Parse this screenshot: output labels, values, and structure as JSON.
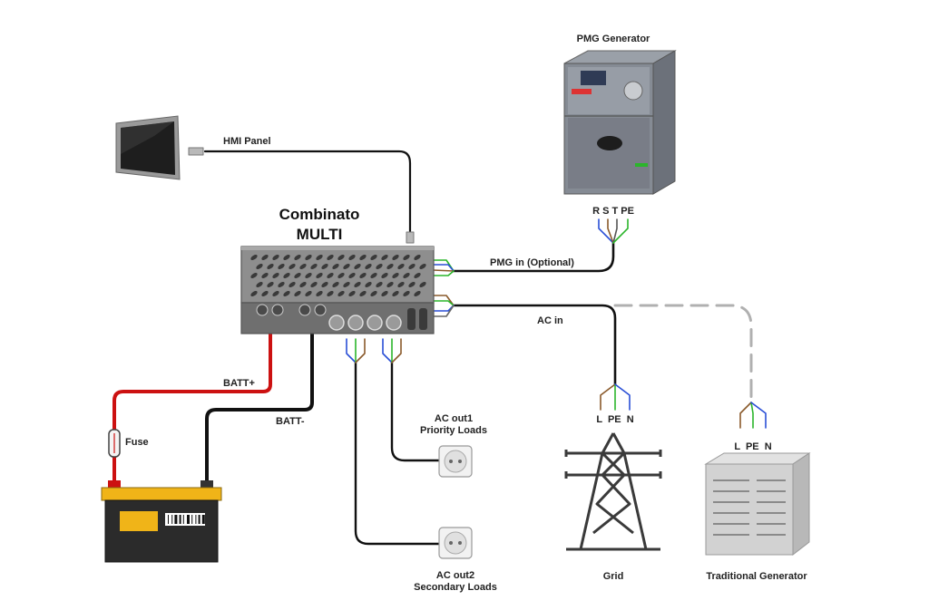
{
  "main_unit": {
    "line1": "Combinato",
    "line2": "MULTI"
  },
  "labels": {
    "hmi_panel": "HMI Panel",
    "pmg_generator": "PMG Generator",
    "pmg_in": "PMG in (Optional)",
    "ac_in": "AC in",
    "batt_plus": "BATT+",
    "batt_minus": "BATT-",
    "fuse": "Fuse",
    "ac_out1_line1": "AC out1",
    "ac_out1_line2": "Priority Loads",
    "ac_out2_line1": "AC out2",
    "ac_out2_line2": "Secondary Loads",
    "grid": "Grid",
    "traditional_generator": "Traditional Generator"
  },
  "terminals": {
    "pmg": "R S T PE",
    "grid": "L  PE  N",
    "generator": "L  PE  N"
  },
  "colors": {
    "battery_positive": "#cc1111",
    "battery_negative": "#111111",
    "cable": "#111111",
    "optional_link": "#b0b0b0",
    "battery_body": "#2b2b2b",
    "battery_top": "#f0b418",
    "wire_blue": "#2a4fd6",
    "wire_green": "#2bb52b",
    "wire_brown": "#8a5a2b"
  }
}
